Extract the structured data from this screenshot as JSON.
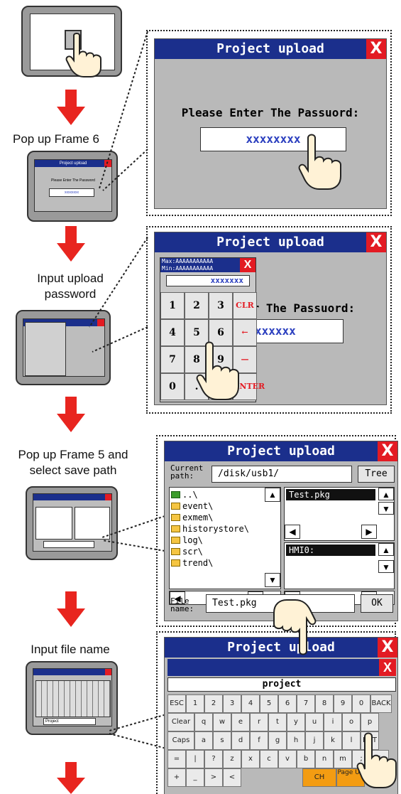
{
  "captions": {
    "step2": "Pop up Frame 6",
    "step3_line1": "Input upload",
    "step3_line2": "password",
    "step4_line1": "Pop up Frame 5 and",
    "step4_line2": "select save path",
    "step5": "Input file name"
  },
  "dialog": {
    "title": "Project upload",
    "close": "X"
  },
  "password_dialog": {
    "prompt": "Please Enter The Passuord:",
    "masked_value": "xxxxxxxx"
  },
  "numpad": {
    "max_label": "Max:AAAAAAAAAAA",
    "min_label": "Min:AAAAAAAAAAA",
    "masked_value": "xxxxxxx",
    "prompt_partial": "er The Passuord:",
    "field_partial": "xxxxxx",
    "keys": [
      "1",
      "2",
      "3",
      "CLR",
      "4",
      "5",
      "6",
      "←",
      "7",
      "8",
      "9",
      "—",
      "0",
      ".",
      "",
      "ENTER"
    ]
  },
  "save_path": {
    "current_path_label": "Current path:",
    "current_path_value": "/disk/usb1/",
    "tree_button": "Tree",
    "folders": [
      "..\\",
      "event\\",
      "exmem\\",
      "historystore\\",
      "log\\",
      "scr\\",
      "trend\\"
    ],
    "file_list_selected": "Test.pkg",
    "hmi_selected": "HMI0:",
    "file_name_label": "File name:",
    "file_name_value": "Test.pkg",
    "ok_button": "OK",
    "scroll_up": "▲",
    "scroll_down": "▼",
    "scroll_left": "◀",
    "scroll_right": "▶"
  },
  "keyboard": {
    "input_value": "project",
    "row1": [
      "ESC",
      "1",
      "2",
      "3",
      "4",
      "5",
      "6",
      "7",
      "8",
      "9",
      "0",
      "BACK"
    ],
    "row2": [
      "Clear",
      "q",
      "w",
      "e",
      "r",
      "t",
      "y",
      "u",
      "i",
      "o",
      "p"
    ],
    "row3": [
      "Caps",
      "a",
      "s",
      "d",
      "f",
      "g",
      "h",
      "j",
      "k",
      "l",
      "ENT"
    ],
    "row4": [
      "=",
      "|",
      "?",
      "z",
      "x",
      "c",
      "v",
      "b",
      "n",
      "m",
      ";",
      "'"
    ],
    "row5": [
      "+",
      "_",
      ">",
      "<"
    ],
    "ch": "CH",
    "page_up": "Page Up"
  },
  "thumbnail_small": {
    "title": "Project upload",
    "prompt": "Please Enter The Password",
    "value": "xxxxxxxx"
  },
  "thumbnail_keyboard": {
    "value": "Project"
  },
  "colors": {
    "title_bar": "#1b2f8c",
    "close_red": "#e31b23",
    "arrow_red": "#e8251f",
    "dialog_gray": "#b9b9b9",
    "masked_blue": "#2b3fbf"
  }
}
